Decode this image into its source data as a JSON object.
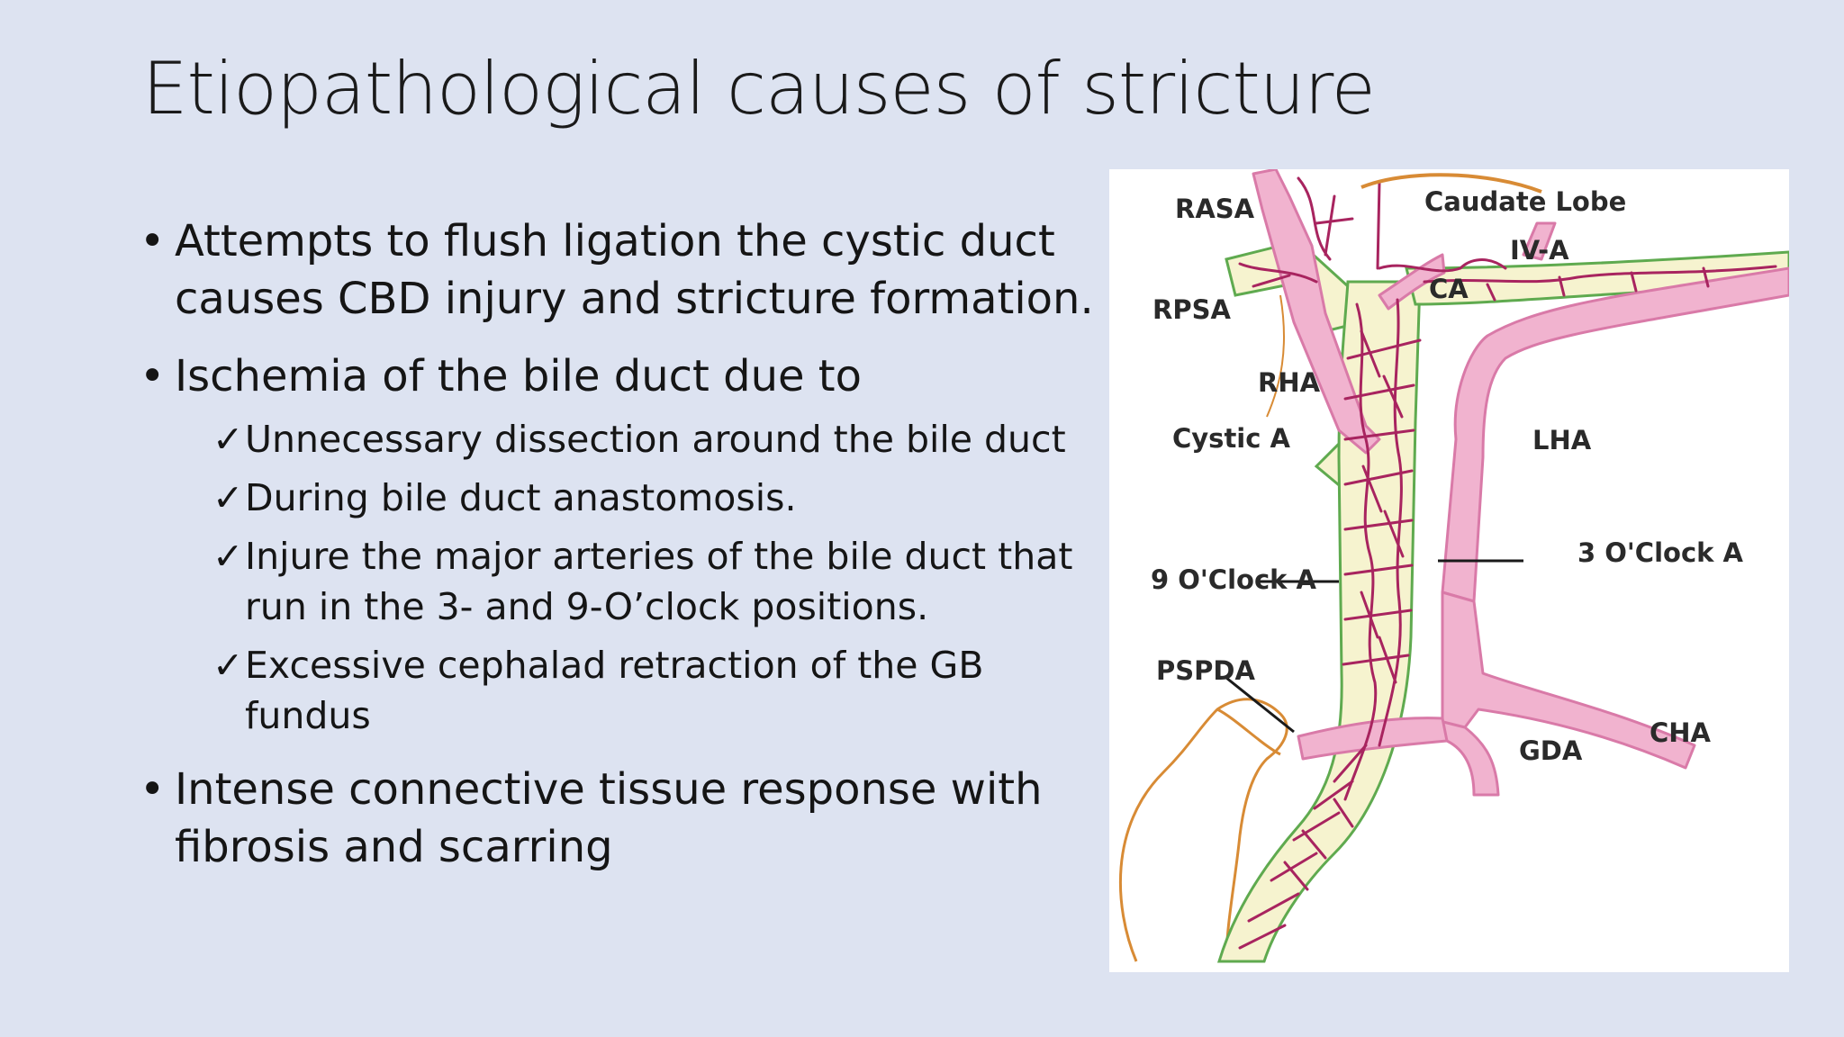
{
  "slide": {
    "title": "Etiopathological causes of stricture",
    "bullets": [
      {
        "text": "Attempts to flush ligation the cystic duct causes CBD injury and stricture formation."
      },
      {
        "text": "Ischemia of the bile duct due to",
        "subitems": [
          "Unnecessary dissection around the bile duct",
          "During bile duct anastomosis.",
          "Injure the major arteries of the bile duct that run in the 3- and 9-O’clock positions.",
          "Excessive cephalad retraction of the GB fundus"
        ]
      },
      {
        "text": "Intense connective tissue response with fibrosis and scarring"
      }
    ],
    "bullet_symbol": "•",
    "check_symbol": "✓"
  },
  "diagram": {
    "labels": {
      "rasa": "RASA",
      "caudate_lobe": "Caudate Lobe",
      "iva": "IV-A",
      "ca": "CA",
      "rpsa": "RPSA",
      "rha": "RHA",
      "cystic_a": "Cystic A",
      "lha": "LHA",
      "three_oclock": "3 O'Clock A",
      "nine_oclock": "9 O'Clock A",
      "pspda": "PSPDA",
      "cha": "CHA",
      "gda": "GDA"
    },
    "colors": {
      "duct_fill": "#f6f3cf",
      "duct_outline": "#5faa4f",
      "artery_fill": "#f1b3cf",
      "artery_outline": "#d97aa8",
      "capillary": "#a8245f",
      "gallbladder_outline": "#d88b35",
      "leader_line": "#1a1a1a"
    }
  }
}
